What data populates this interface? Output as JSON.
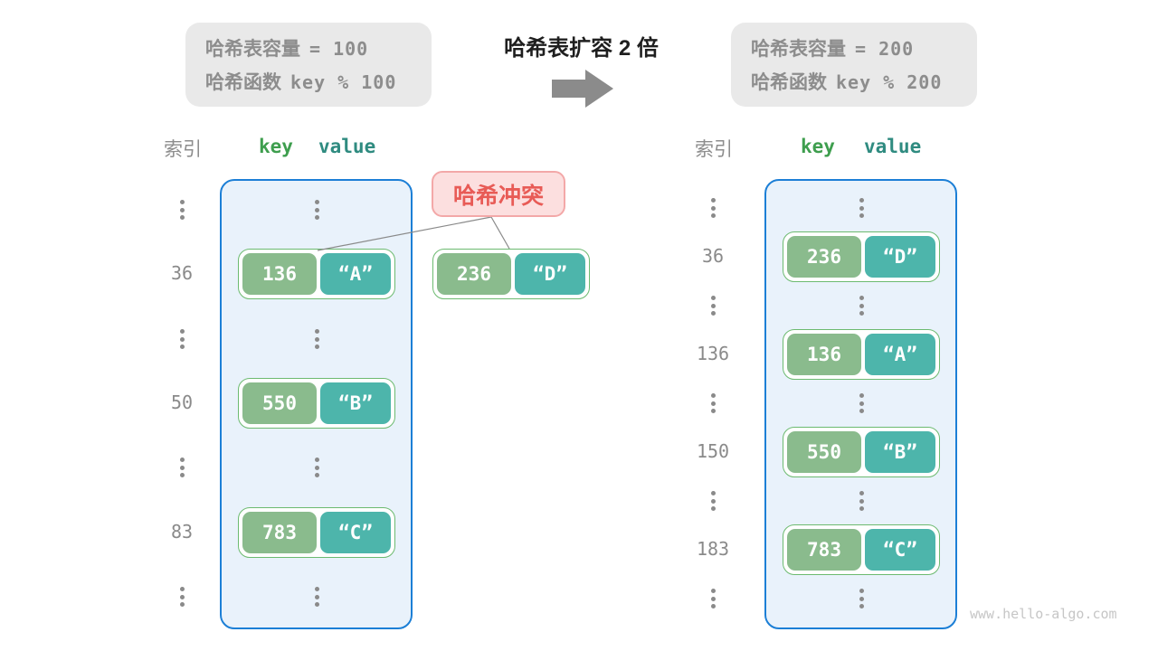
{
  "info_left": {
    "cap_label": "哈希表容量",
    "cap_value": "=  100",
    "fn_label": "哈希函数",
    "fn_value": "key % 100"
  },
  "title": "哈希表扩容 2 倍",
  "info_right": {
    "cap_label": "哈希表容量",
    "cap_value": "=  200",
    "fn_label": "哈希函数",
    "fn_value": "key % 200"
  },
  "collision": {
    "label": "哈希冲突",
    "pair": {
      "key": "236",
      "value": "“D”"
    }
  },
  "tables": {
    "left": {
      "headers": {
        "index": "索引",
        "key": "key",
        "value": "value"
      },
      "rows": [
        {
          "type": "dots"
        },
        {
          "type": "pair",
          "index": "36",
          "key": "136",
          "value": "“A”"
        },
        {
          "type": "dots"
        },
        {
          "type": "pair",
          "index": "50",
          "key": "550",
          "value": "“B”"
        },
        {
          "type": "dots"
        },
        {
          "type": "pair",
          "index": "83",
          "key": "783",
          "value": "“C”"
        },
        {
          "type": "dots"
        }
      ]
    },
    "right": {
      "headers": {
        "index": "索引",
        "key": "key",
        "value": "value"
      },
      "rows": [
        {
          "type": "dots"
        },
        {
          "type": "pair",
          "index": "36",
          "key": "236",
          "value": "“D”"
        },
        {
          "type": "dots"
        },
        {
          "type": "pair",
          "index": "136",
          "key": "136",
          "value": "“A”"
        },
        {
          "type": "dots"
        },
        {
          "type": "pair",
          "index": "150",
          "key": "550",
          "value": "“B”"
        },
        {
          "type": "dots"
        },
        {
          "type": "pair",
          "index": "183",
          "key": "783",
          "value": "“C”"
        },
        {
          "type": "dots"
        }
      ]
    }
  },
  "watermark": "www.hello-algo.com",
  "colors": {
    "container_border": "#1c7fd6",
    "container_bg": "#e9f2fb",
    "key_box": "#8abb8d",
    "value_box": "#4db5ab",
    "pair_border": "#6cba70",
    "collision_bg": "#fcdfdf",
    "collision_border": "#f3a8a8",
    "collision_text": "#e85b56",
    "gray_box_bg": "#e9e9e9",
    "gray_text": "#8d8d8d",
    "header_key": "#3e9e4e",
    "header_value": "#2f8b80",
    "index_gray": "#8a8a8a",
    "arrow": "#8b8b8b",
    "title": "#1f1f1f",
    "watermark": "#c6c6c6"
  }
}
